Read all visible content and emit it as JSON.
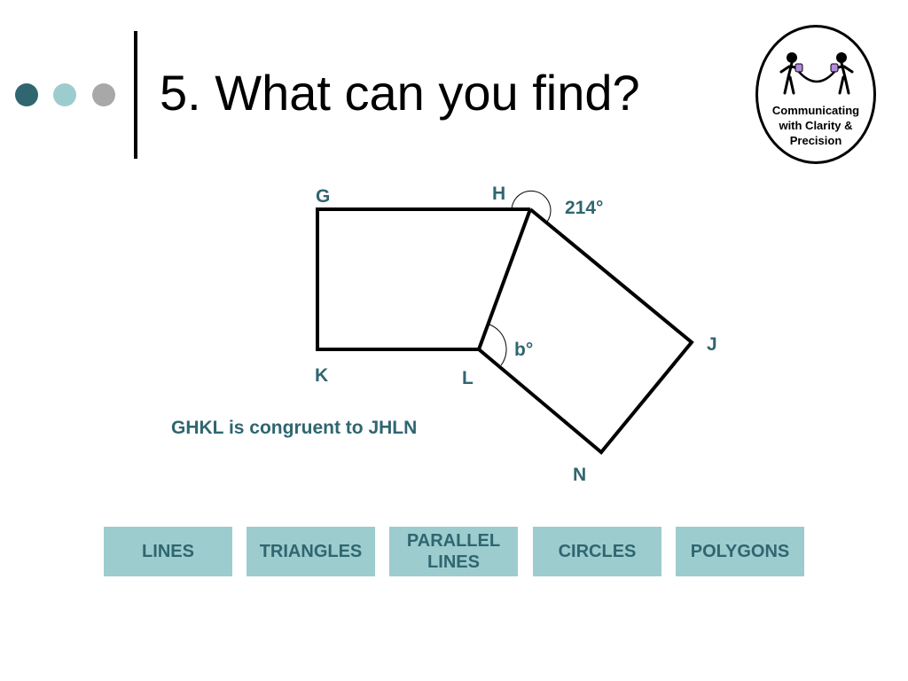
{
  "slide": {
    "title": "5. What can you find?",
    "bullet_colors": [
      "#2f6670",
      "#9dcccf",
      "#a8a8a8"
    ]
  },
  "logo": {
    "line1": "Communicating",
    "line2": "with Clarity &",
    "line3": "Precision"
  },
  "diagram": {
    "vertices": {
      "G": "G",
      "H": "H",
      "J": "J",
      "K": "K",
      "L": "L",
      "N": "N"
    },
    "angle_h": "214°",
    "angle_l": "b°",
    "statement": "GHKL is congruent to JHLN"
  },
  "categories": [
    "LINES",
    "TRIANGLES",
    "PARALLEL LINES",
    "CIRCLES",
    "POLYGONS"
  ],
  "colors": {
    "accent": "#2f6670",
    "button_bg": "#9dcccf"
  }
}
